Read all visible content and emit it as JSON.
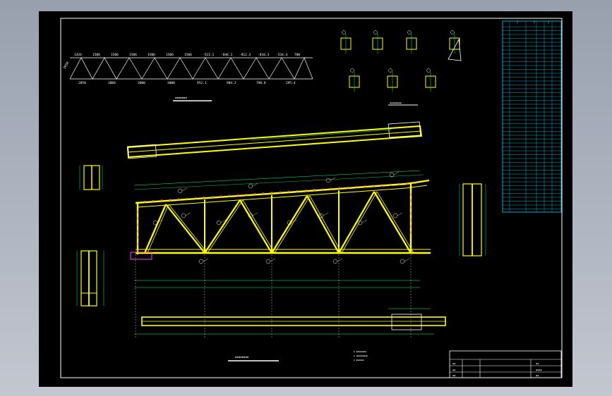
{
  "drawing": {
    "colors": {
      "viewport_bg": "#a9b0bd",
      "paper": "#000000",
      "border": "#ffffff",
      "member": "#ffff00",
      "dimension": "#00ff66",
      "annotation": "#ffffff",
      "bolt_mark": "#ff44ff",
      "table_line": "#00d8ff"
    },
    "truss_diagram": {
      "top_chord_lengths": [
        "1426",
        "1506",
        "1506",
        "1506",
        "1506",
        "1506",
        "1506",
        "-523.1",
        "-846.1",
        "-812.3",
        "-810.3",
        "-534.4",
        "700"
      ],
      "bottom_chord_lengths": [
        "2858",
        "3004",
        "3000",
        "3000",
        "952.1",
        "904.2",
        "798.8",
        "295.4"
      ],
      "left_label": "2658"
    },
    "material_table": {
      "header_marks": [
        "?",
        "?",
        "?"
      ]
    }
  }
}
